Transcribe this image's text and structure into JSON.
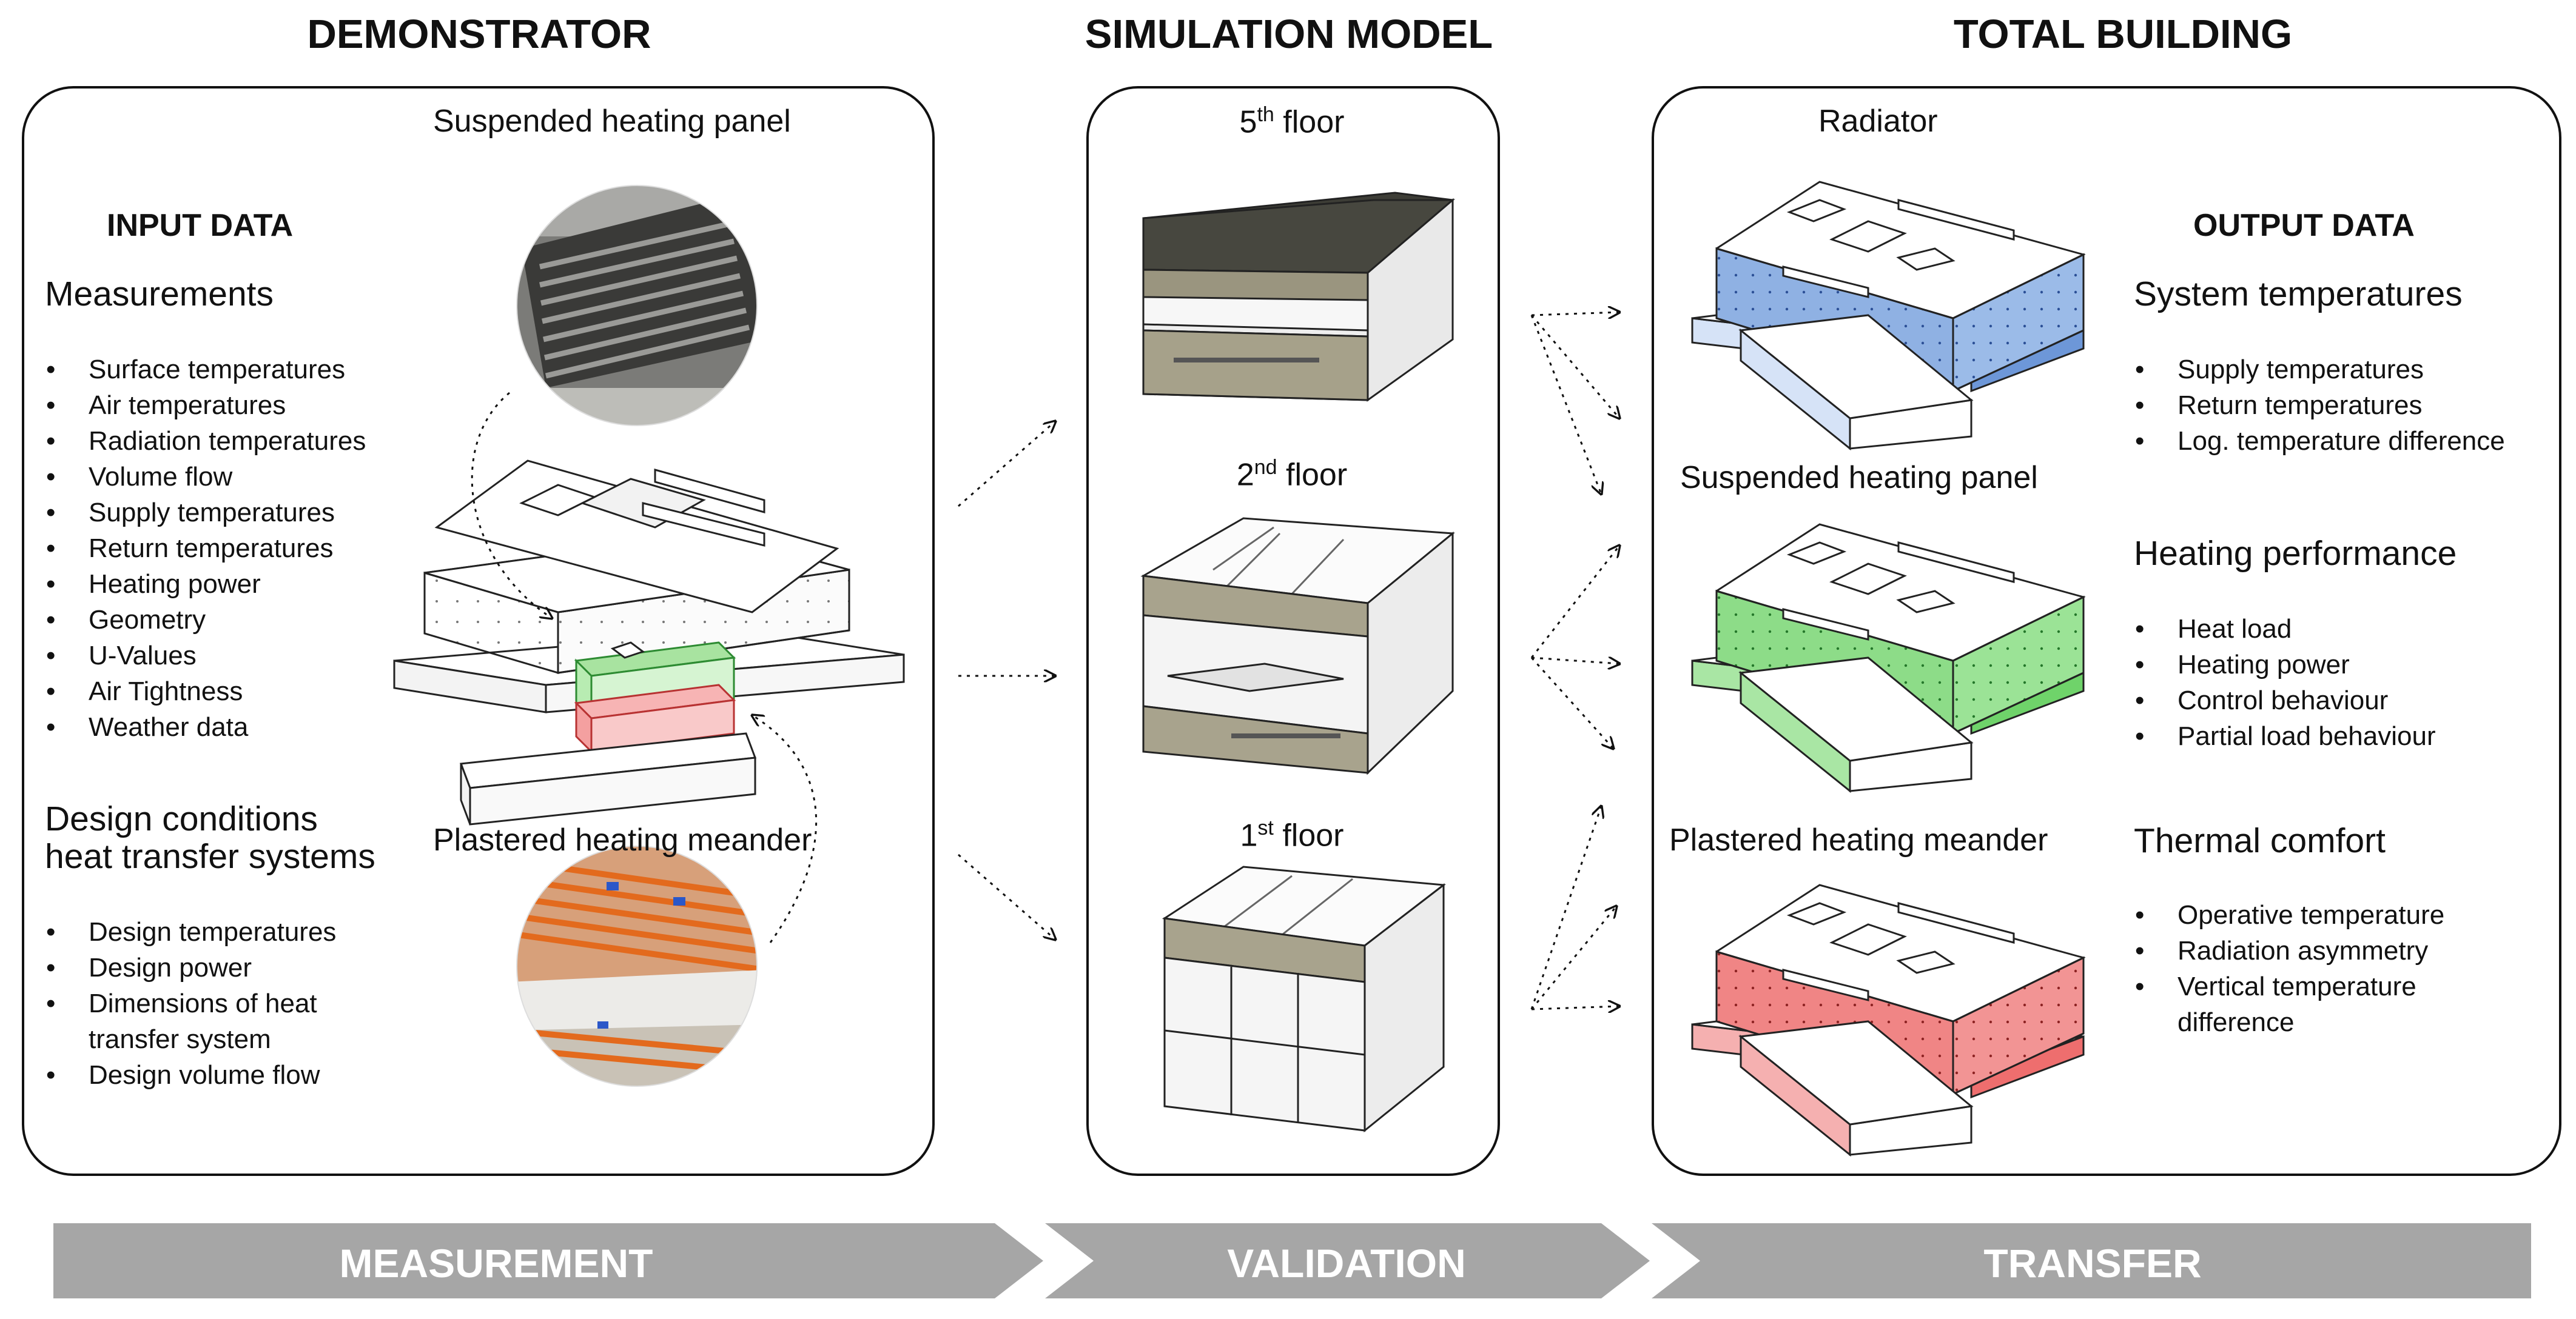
{
  "headers": {
    "demonstrator": "DEMONSTRATOR",
    "simulation": "SIMULATION MODEL",
    "total": "TOTAL BUILDING"
  },
  "demonstrator": {
    "input_title": "INPUT DATA",
    "measurements_title": "Measurements",
    "measurements": [
      "Surface temperatures",
      "Air temperatures",
      "Radiation temperatures",
      "Volume flow",
      "Supply temperatures",
      "Return temperatures",
      "Heating power",
      "Geometry",
      "U-Values",
      "Air Tightness",
      "Weather data"
    ],
    "design_title_line1": "Design conditions",
    "design_title_line2": "heat transfer systems",
    "design_items": [
      "Design temperatures",
      "Design power",
      "Dimensions of heat transfer system",
      "Design volume flow"
    ],
    "photo_top_label": "Suspended heating panel",
    "photo_bottom_label": "Plastered heating meander"
  },
  "simulation": {
    "floors": [
      {
        "num": "5",
        "sup": "th",
        "word": "floor"
      },
      {
        "num": "2",
        "sup": "nd",
        "word": "floor"
      },
      {
        "num": "1",
        "sup": "st",
        "word": "floor"
      }
    ]
  },
  "total": {
    "labels": [
      "Radiator",
      "Suspended heating panel",
      "Plastered heating meander"
    ],
    "output_title": "OUTPUT DATA",
    "groups": [
      {
        "title": "System temperatures",
        "items": [
          "Supply temperatures",
          "Return temperatures",
          "Log. temperature difference"
        ]
      },
      {
        "title": "Heating performance",
        "items": [
          "Heat load",
          "Heating power",
          "Control behaviour",
          "Partial load behaviour"
        ]
      },
      {
        "title": "Thermal comfort",
        "items": [
          "Operative temperature",
          "Radiation asymmetry",
          "Vertical temperature difference"
        ]
      }
    ]
  },
  "process": [
    "MEASUREMENT",
    "VALIDATION",
    "TRANSFER"
  ],
  "colors": {
    "radiator": "#6d97d8",
    "panel": "#6fd36a",
    "meander": "#ee6e6e",
    "arrow_bar": "#a6a6a6"
  }
}
